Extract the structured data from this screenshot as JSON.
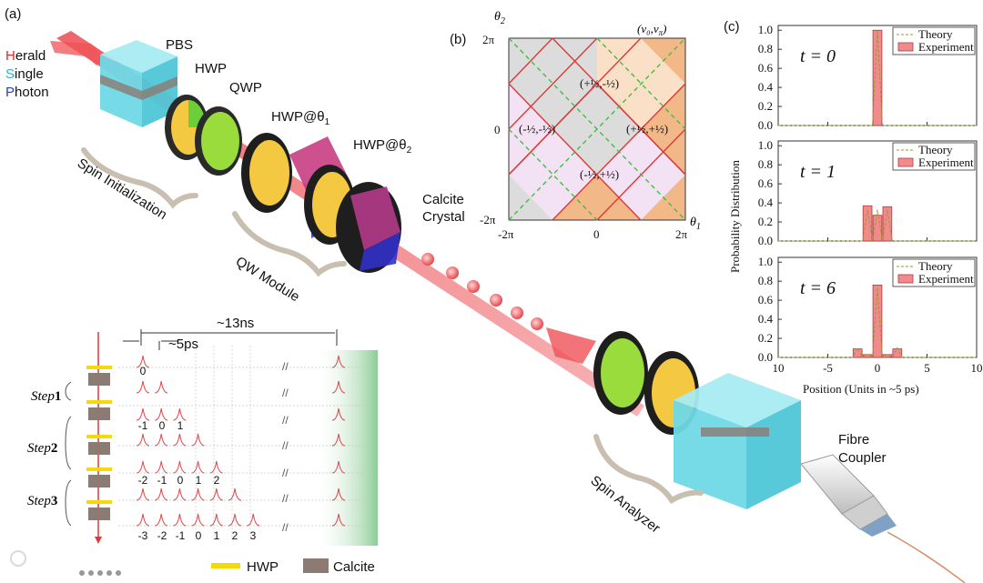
{
  "panel_a": {
    "label": "(a)",
    "herald": {
      "h": "H",
      "h_rest": "erald",
      "s": "S",
      "s_rest": "ingle",
      "p": "P",
      "p_rest": "hoton"
    },
    "pbs": "PBS",
    "hwp": "HWP",
    "qwp": "QWP",
    "hwp_theta1": "HWP@θ",
    "hwp_theta1_sub": "1",
    "hwp_theta2": "HWP@θ",
    "hwp_theta2_sub": "2",
    "calcite_1": "Calcite",
    "calcite_2": "Crystal",
    "spin_init": "Spin Initialization",
    "qw_module": "QW Module",
    "spin_analyzer": "Spin Analyzer",
    "fibre_1": "Fibre",
    "fibre_2": "Coupler",
    "inset": {
      "ns": "~13ns",
      "ps": "~5ps",
      "step_word": "Step",
      "steps": [
        "1",
        "2",
        "3"
      ],
      "row0": [
        "0"
      ],
      "row1": [
        "-1",
        "0",
        "1"
      ],
      "row2": [
        "-2",
        "-1",
        "0",
        "1",
        "2"
      ],
      "row3": [
        "-3",
        "-2",
        "-1",
        "0",
        "1",
        "2",
        "3"
      ],
      "legend_hwp": "HWP",
      "legend_calcite": "Calcite",
      "slash": "//"
    },
    "colors": {
      "hwp": "#f5d90a",
      "calcite": "#8c7b72",
      "beam": "#e8353b",
      "cube": "#6fd8e6"
    }
  },
  "panel_b": {
    "label": "(b)",
    "corner": "(ν₀,ν",
    "corner_sub": "π",
    "corner_end": ")",
    "y_axis": "θ",
    "y_sub": "2",
    "x_axis": "θ",
    "x_sub": "1",
    "x_ticks": [
      "-2π",
      "0",
      "2π"
    ],
    "y_ticks": [
      "2π",
      "0",
      "-2π"
    ],
    "regions": [
      {
        "sign1": "+",
        "sign2": "-",
        "name": "(+½,-½)"
      },
      {
        "sign1": "-",
        "sign2": "-",
        "name": "(-½,-½)"
      },
      {
        "sign1": "+",
        "sign2": "+",
        "name": "(+½,+½)"
      },
      {
        "sign1": "-",
        "sign2": "+",
        "name": "(-½,+½)"
      }
    ],
    "colors": {
      "grey": "#dcdcdc",
      "peach": "#fbe0c8",
      "orange": "#f3b888",
      "lilac": "#f2e2f4",
      "red_line": "#d93a3a",
      "green_dash": "#3fbf3f"
    }
  },
  "panel_c": {
    "label": "(c)",
    "ylabel": "Probability Distribution",
    "xlabel": "Position (Units in ~5 ps)",
    "legend_theory": "Theory",
    "legend_experiment": "Experiment",
    "t_labels": [
      "t = 0",
      "t = 1",
      "t = 6"
    ],
    "x_ticks": [
      "10",
      "-5",
      "0",
      "5",
      "10"
    ],
    "y_ticks": [
      "0.0",
      "0.2",
      "0.4",
      "0.6",
      "0.8",
      "1.0"
    ]
  },
  "chart_data": [
    {
      "type": "bar",
      "title": "t = 0",
      "xlabel": "Position (Units in ~5 ps)",
      "ylabel": "Probability Distribution",
      "xlim": [
        -10,
        10
      ],
      "ylim": [
        0,
        1.05
      ],
      "categories": [
        -3,
        -2,
        -1,
        0,
        1,
        2,
        3
      ],
      "series": [
        {
          "name": "Experiment",
          "values": [
            0,
            0,
            0,
            1.0,
            0,
            0,
            0
          ]
        },
        {
          "name": "Theory",
          "values": [
            0,
            0,
            0,
            1.0,
            0,
            0,
            0
          ]
        }
      ]
    },
    {
      "type": "bar",
      "title": "t = 1",
      "xlabel": "Position (Units in ~5 ps)",
      "ylabel": "Probability Distribution",
      "xlim": [
        -10,
        10
      ],
      "ylim": [
        0,
        1.05
      ],
      "categories": [
        -3,
        -2,
        -1,
        0,
        1,
        2,
        3
      ],
      "series": [
        {
          "name": "Experiment",
          "values": [
            0,
            0,
            0.37,
            0.27,
            0.36,
            0,
            0
          ]
        },
        {
          "name": "Theory",
          "values": [
            0,
            0,
            0.33,
            0.33,
            0.33,
            0,
            0
          ]
        }
      ]
    },
    {
      "type": "bar",
      "title": "t = 6",
      "xlabel": "Position (Units in ~5 ps)",
      "ylabel": "Probability Distribution",
      "xlim": [
        -10,
        10
      ],
      "ylim": [
        0,
        1.05
      ],
      "categories": [
        -3,
        -2,
        -1,
        0,
        1,
        2,
        3
      ],
      "series": [
        {
          "name": "Experiment",
          "values": [
            0,
            0.09,
            0.03,
            0.76,
            0.03,
            0.09,
            0
          ]
        },
        {
          "name": "Theory",
          "values": [
            0,
            0.1,
            0.03,
            0.73,
            0.03,
            0.1,
            0
          ]
        }
      ]
    }
  ]
}
